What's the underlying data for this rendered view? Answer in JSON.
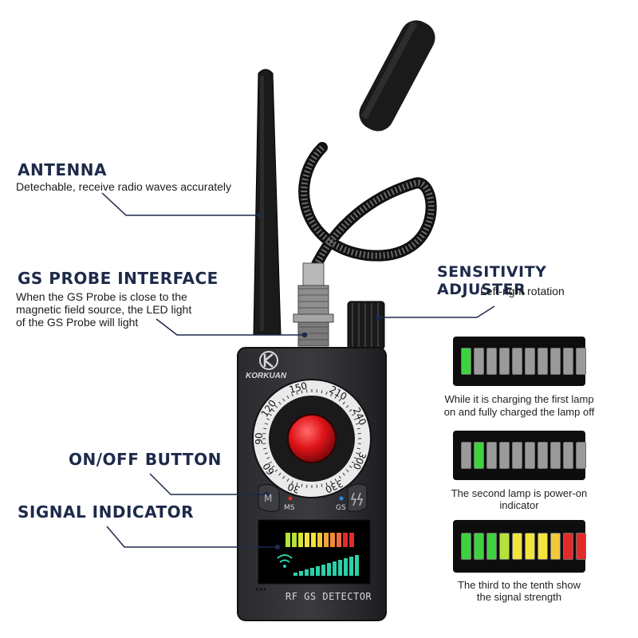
{
  "labels": {
    "antenna": {
      "title": "ANTENNA",
      "desc": "Detechable, receive radio waves accurately"
    },
    "probe": {
      "title": "GS PROBE INTERFACE",
      "lines": [
        "When the GS Probe is close to the",
        "magnetic field source, the LED light",
        "of the GS Probe will light"
      ]
    },
    "sensitivity": {
      "title": "SENSITIVITY ADJUSTER",
      "desc": "Left-right rotation"
    },
    "onoff": {
      "title": "ON/OFF BUTTON"
    },
    "signal": {
      "title": "SIGNAL INDICATOR"
    }
  },
  "device": {
    "brand": "KORKUAN",
    "dial_numbers": [
      "150",
      "210",
      "240",
      "120",
      "90",
      "60",
      "30",
      "300",
      "330"
    ],
    "ms_label": "MS",
    "gs_label": "GS",
    "m_button": "M",
    "model": "RF GS DETECTOR"
  },
  "panels": [
    {
      "caption": [
        "While it is charging the first lamp",
        "on and fully charged the lamp off"
      ],
      "lamps": [
        "#3fd23f",
        "#9a9a9a",
        "#9a9a9a",
        "#9a9a9a",
        "#9a9a9a",
        "#9a9a9a",
        "#9a9a9a",
        "#9a9a9a",
        "#9a9a9a",
        "#9a9a9a"
      ]
    },
    {
      "caption": [
        "The second lamp is power-on",
        "indicator"
      ],
      "lamps": [
        "#9a9a9a",
        "#3fd23f",
        "#9a9a9a",
        "#9a9a9a",
        "#9a9a9a",
        "#9a9a9a",
        "#9a9a9a",
        "#9a9a9a",
        "#9a9a9a",
        "#9a9a9a"
      ]
    },
    {
      "caption": [
        "The third to the tenth show",
        "the signal strength"
      ],
      "lamps": [
        "#3fd23f",
        "#3fd23f",
        "#3fd23f",
        "#b5e23a",
        "#f2e43a",
        "#f2e43a",
        "#f2e43a",
        "#f2c83a",
        "#e32a2a",
        "#e32a2a"
      ]
    }
  ],
  "colors": {
    "title": "#1e2a4a",
    "lamp_off": "#9a9a9a",
    "lamp_green": "#3fd23f",
    "lamp_red": "#e32a2a",
    "device_body": "#2a2b2e"
  }
}
